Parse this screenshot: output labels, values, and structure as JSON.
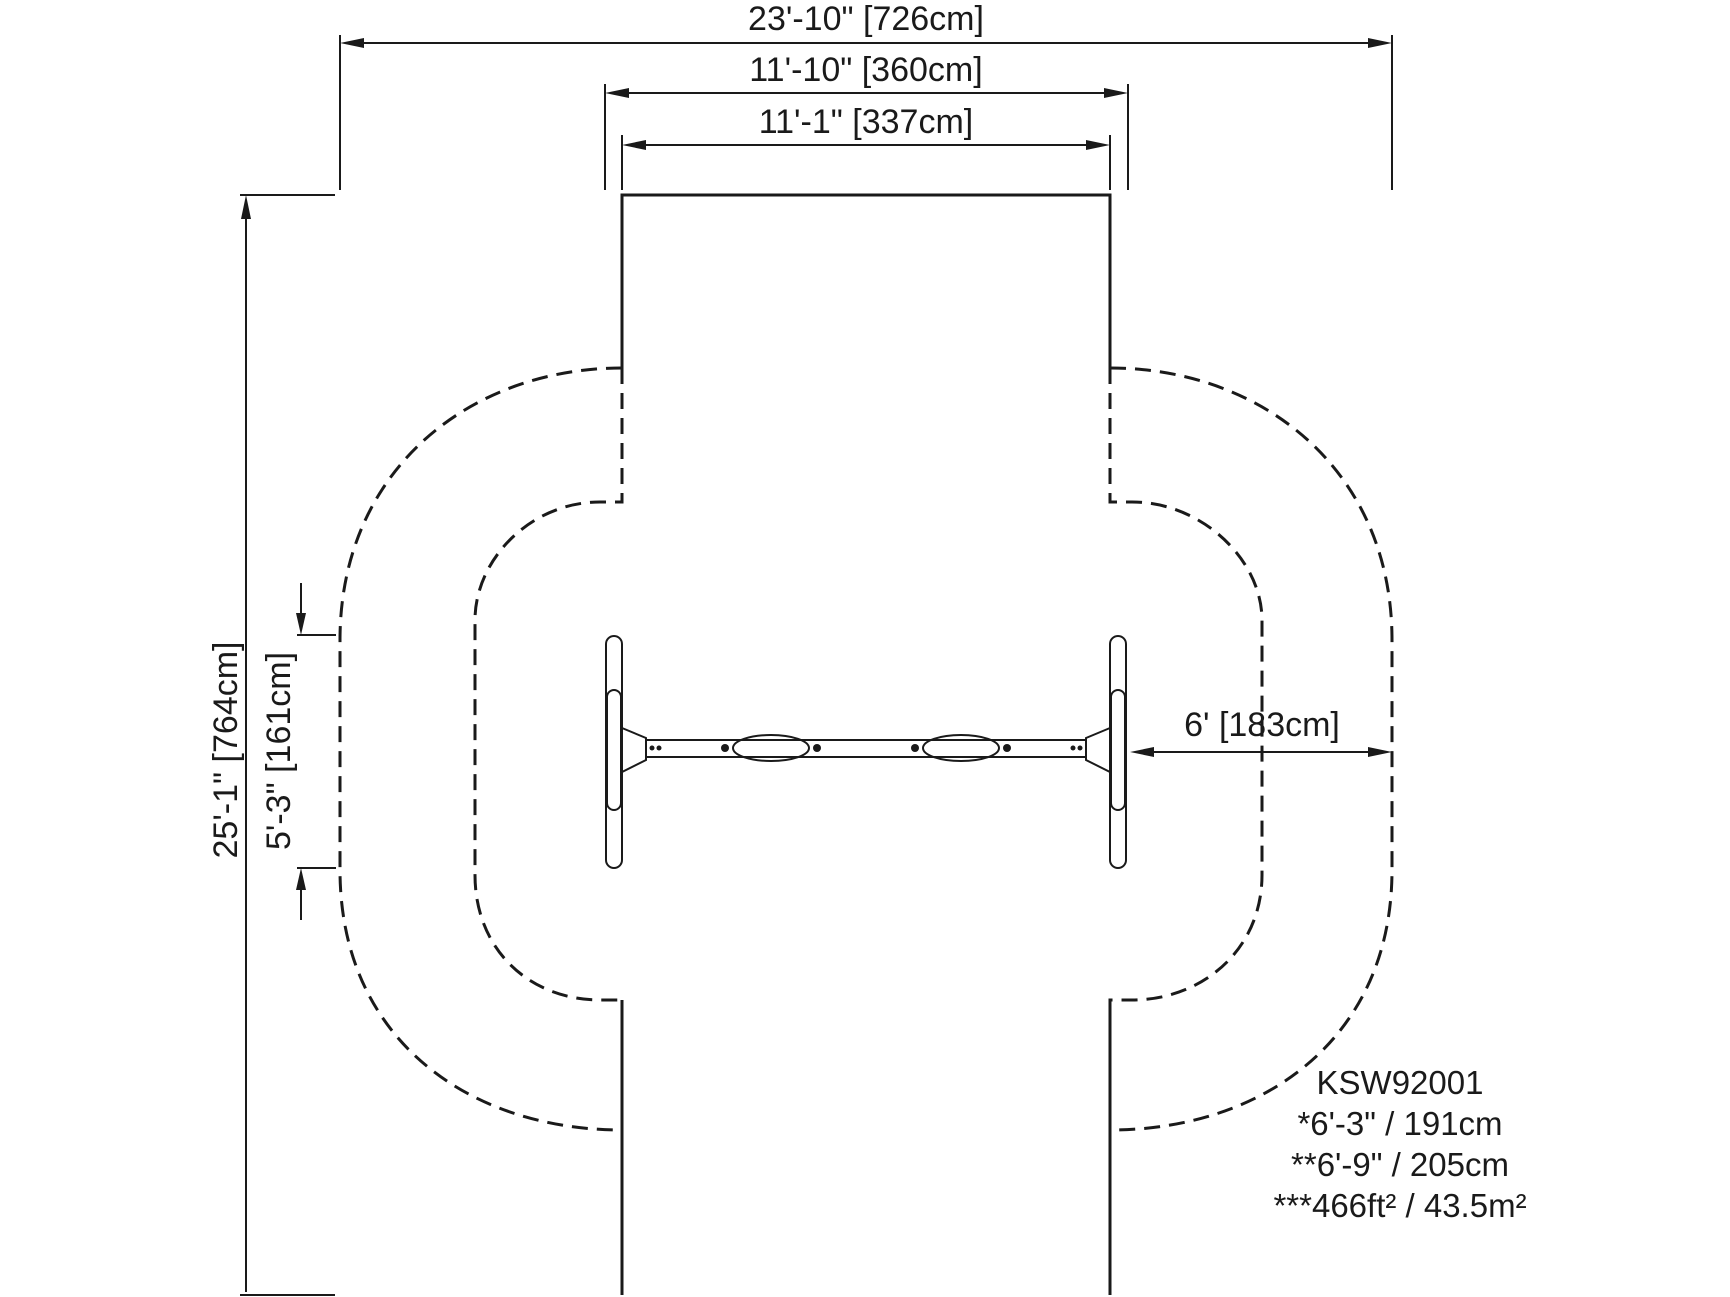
{
  "dimensions": {
    "overall_width": "23'-10\" [726cm]",
    "frame_width_outer": "11'-10\" [360cm]",
    "frame_width_inner": "11'-1\" [337cm]",
    "overall_length": "25'-1\" [764cm]",
    "seat_zone": "5'-3\" [161cm]",
    "side_clearance": "6' [183cm]"
  },
  "notes": {
    "model": "KSW92001",
    "line1": "*6'-3\" / 191cm",
    "line2": "**6'-9\" / 205cm",
    "line3": "***466ft² / 43.5m²"
  }
}
